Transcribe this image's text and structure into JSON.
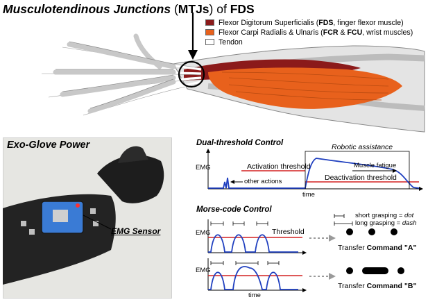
{
  "header": {
    "title_italic": "Musculotendinous Junctions",
    "title_mid": " (",
    "title_bold1": "MTJs",
    "title_mid2": ") of ",
    "title_bold2": "FDS"
  },
  "legend": [
    {
      "pre": "Flexor Digitorum Superficialis (",
      "bold1": "FDS",
      "mid": ", finger flexor muscle)",
      "bold2": "",
      "post": "",
      "color": "#8b1a1a"
    },
    {
      "pre": "Flexor Carpi Radialis & Ulnaris (",
      "bold1": "FCR",
      "mid": " & ",
      "bold2": "FCU",
      "post": ", wrist muscles)",
      "color": "#e8611c"
    },
    {
      "pre": "Tendon",
      "bold1": "",
      "mid": "",
      "bold2": "",
      "post": "",
      "color": "#ffffff"
    }
  ],
  "photo": {
    "title": "Exo-Glove Power",
    "sensor_label": "EMG Sensor"
  },
  "dual": {
    "title": "Dual-threshold Control",
    "assist_label": "Robotic assistance",
    "activation_label": "Activation threshold",
    "fatigue_label": "Muscle fatigue",
    "deactivation_label": "Deactivation threshold",
    "other_label": "other actions",
    "ylabel": "EMG",
    "xlabel": "time"
  },
  "morse": {
    "title": "Morse-code Control",
    "short_label": "short grasping = ",
    "short_value": "dot",
    "long_label": "long  grasping = ",
    "long_value": "dash",
    "threshold_label": "Threshold",
    "ylabel_a": "EMG",
    "ylabel_b": "EMG",
    "xlabel": "time",
    "transfer_a_pre": "Transfer ",
    "transfer_a_bold": "Command \"A\"",
    "transfer_b_pre": "Transfer ",
    "transfer_b_bold": "Command \"B\""
  },
  "colors": {
    "fds": "#8b1a1a",
    "fcr": "#e8611c",
    "signal": "#1f3fbf",
    "threshold": "#d42020",
    "bone": "#d9d9d9"
  }
}
